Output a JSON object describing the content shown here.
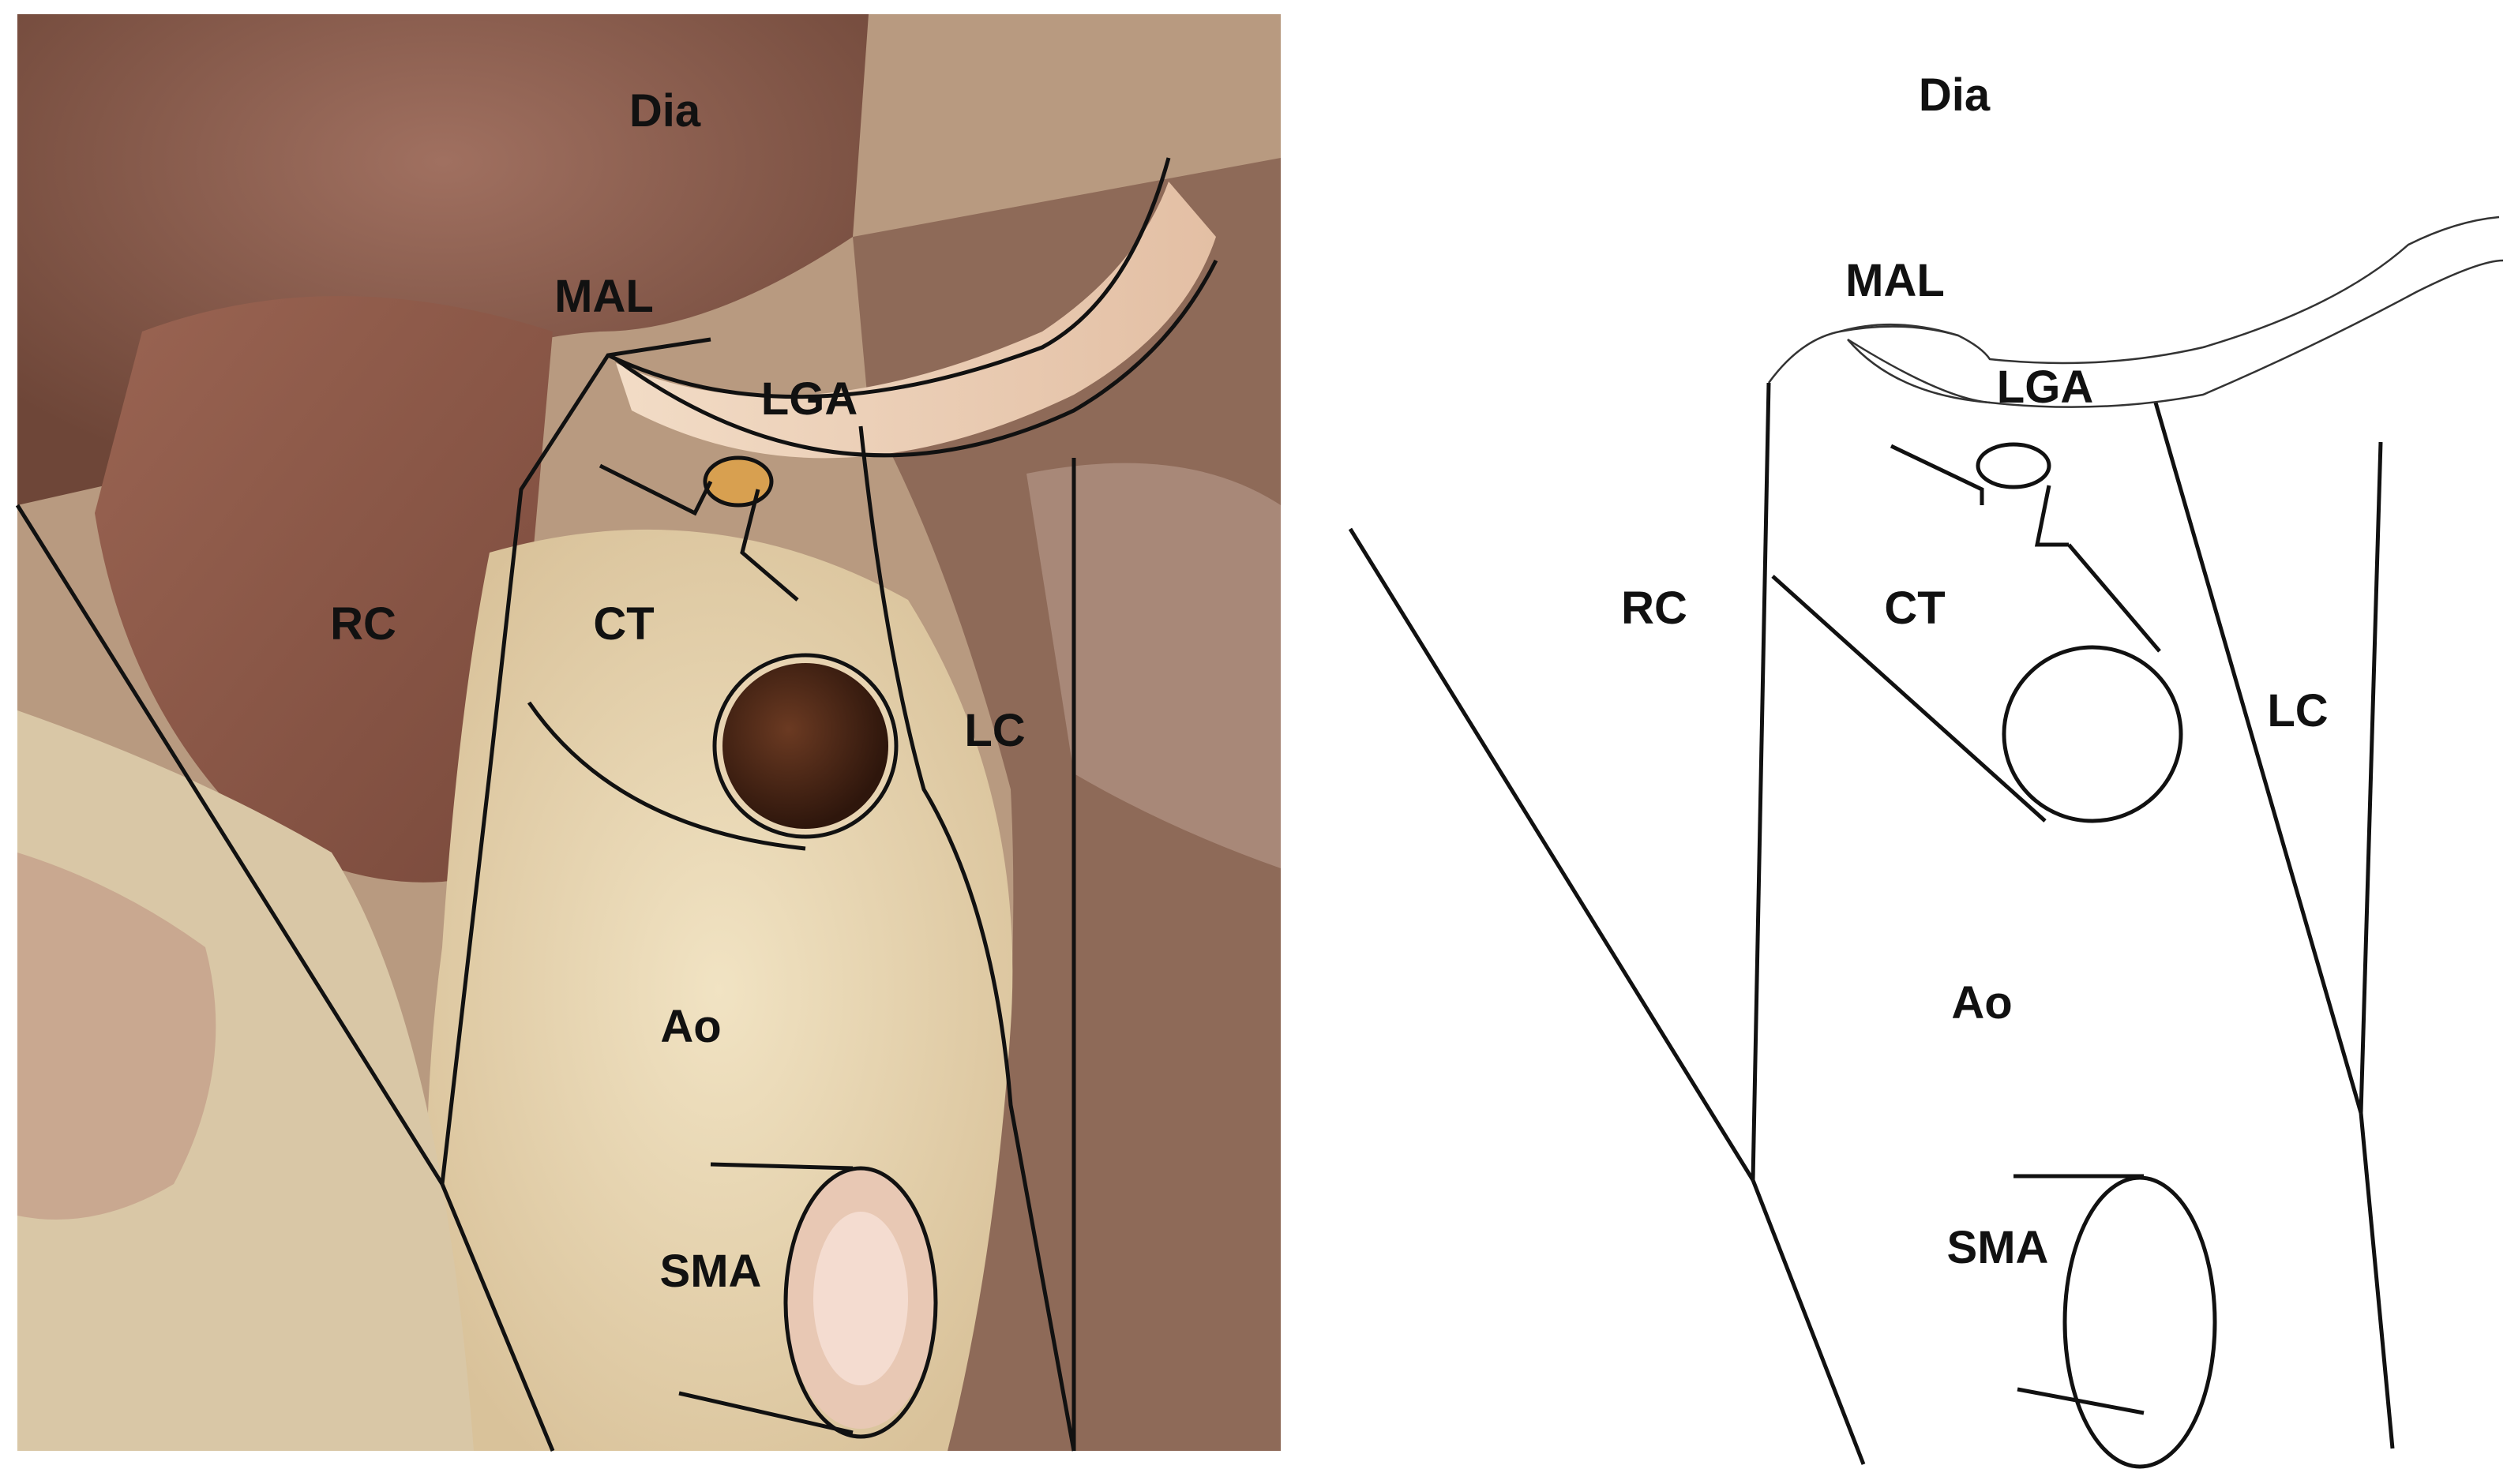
{
  "figure": {
    "panels": [
      {
        "id": "dissection-photo",
        "labels": {
          "dia": "Dia",
          "mal": "MAL",
          "lga": "LGA",
          "rc": "RC",
          "ct": "CT",
          "lc": "LC",
          "ao": "Ao",
          "sma": "SMA"
        }
      },
      {
        "id": "schematic-drawing",
        "labels": {
          "dia": "Dia",
          "mal": "MAL",
          "lga": "LGA",
          "rc": "RC",
          "ct": "CT",
          "lc": "LC",
          "ao": "Ao",
          "sma": "SMA"
        }
      }
    ]
  },
  "colors": {
    "line": "#111111",
    "background": "#ffffff",
    "tissue_dark": "#8a5a4a",
    "tissue_light": "#e8d8b8",
    "vessel_lumen": "#4a2a1a"
  }
}
